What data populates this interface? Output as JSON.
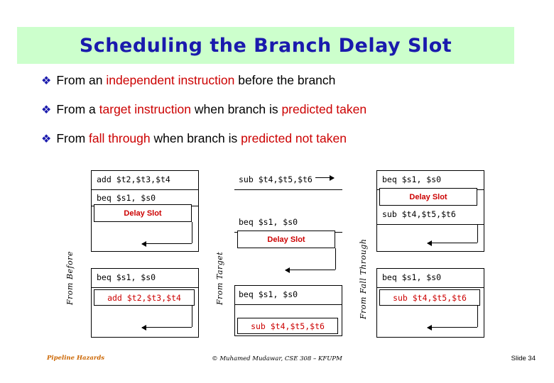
{
  "slide": {
    "title": "Scheduling the Branch Delay Slot",
    "bullets": [
      {
        "marker": "v",
        "parts": [
          {
            "text": "From an ",
            "color": "black"
          },
          {
            "text": "independent instruction",
            "color": "red"
          },
          {
            "text": " before the branch",
            "color": "black"
          }
        ]
      },
      {
        "marker": "v",
        "parts": [
          {
            "text": "From a ",
            "color": "black"
          },
          {
            "text": "target instruction",
            "color": "red"
          },
          {
            "text": " when branch is ",
            "color": "black"
          },
          {
            "text": "predicted taken",
            "color": "red"
          }
        ]
      },
      {
        "marker": "v",
        "parts": [
          {
            "text": "From ",
            "color": "black"
          },
          {
            "text": "fall through",
            "color": "red"
          },
          {
            "text": " when branch is ",
            "color": "black"
          },
          {
            "text": "predicted not taken",
            "color": "red"
          }
        ]
      }
    ],
    "columns": [
      {
        "label": "From Before",
        "top": {
          "lines": [
            "add $t2,$t3,$t4",
            "beq $s1, $s0"
          ]
        },
        "delay_slot": "Delay Slot",
        "bottom": {
          "lines": [
            "beq $s1, $s0"
          ],
          "highlight": "add $t2,$t3,$t4"
        }
      },
      {
        "label": "From Target",
        "top": {
          "lines": [
            "sub $t4,$t5,$t6",
            "beq $s1, $s0"
          ]
        },
        "delay_slot": "Delay Slot",
        "bottom": {
          "lines": [
            "beq $s1, $s0"
          ],
          "highlight": "sub $t4,$t5,$t6"
        }
      },
      {
        "label": "From Fall Through",
        "top": {
          "lines": [
            "beq $s1, $s0",
            "sub $t4,$t5,$t6"
          ]
        },
        "delay_slot": "Delay Slot",
        "bottom": {
          "lines": [
            "beq $s1, $s0"
          ],
          "highlight": "sub $t4,$t5,$t6"
        }
      }
    ]
  },
  "footer": {
    "left": "Pipeline Hazards",
    "center": "© Muhamed Mudawar, CSE 308 – KFUPM",
    "right": "Slide 34"
  }
}
